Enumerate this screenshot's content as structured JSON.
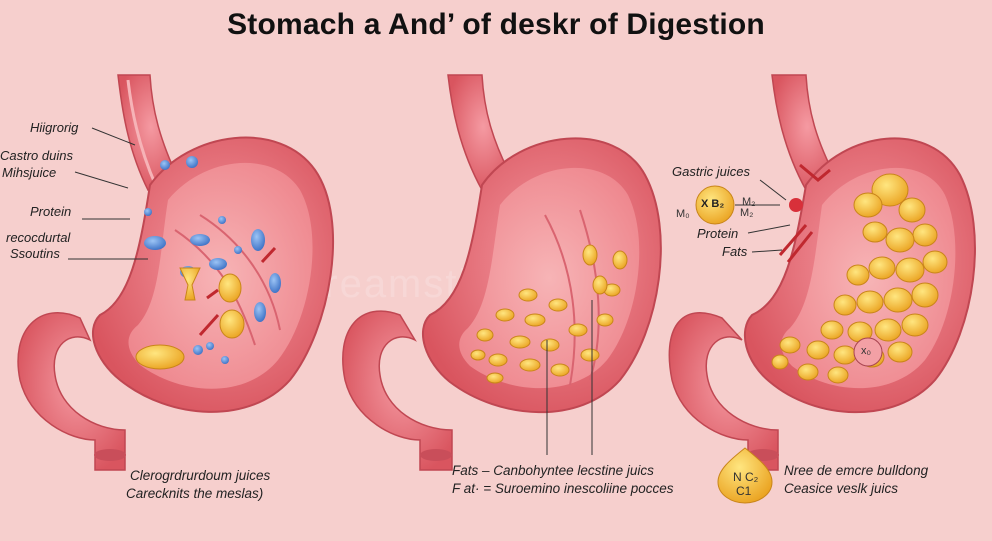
{
  "title": "Stomach a And’ of deskr of Digestion",
  "watermark": "dreamstime",
  "panel1": {
    "labels": [
      "Hiigrorig",
      "Castro duins",
      "Mihsjuice",
      "Protein",
      "recocdurtal",
      "Ssoutins"
    ],
    "caption": [
      "Clerogrdrurdoum juices",
      "Carecknits the meslas)"
    ]
  },
  "panel2": {
    "caption": [
      "Fats – Canbohyntee lecstine juics",
      "F at· = Suroemino inescoliine pocces"
    ]
  },
  "panel3": {
    "labels": [
      "Gastric juices",
      "Protein",
      "Fats"
    ],
    "molecule_badge": [
      "X B₂",
      "M₂",
      "M₀",
      "M₂"
    ],
    "small_badge": "x₀",
    "drop_badge": [
      "N C₂",
      "C1"
    ],
    "caption": [
      "Nree de emcre bulldong",
      "Ceasice veslk juics"
    ]
  },
  "colors": {
    "background": "#f6cfcd",
    "stomach_outer": "#e8707a",
    "stomach_inner": "#f29aa0",
    "fat_globule": "#f4b63a",
    "protein_blue": "#4f86d8"
  }
}
